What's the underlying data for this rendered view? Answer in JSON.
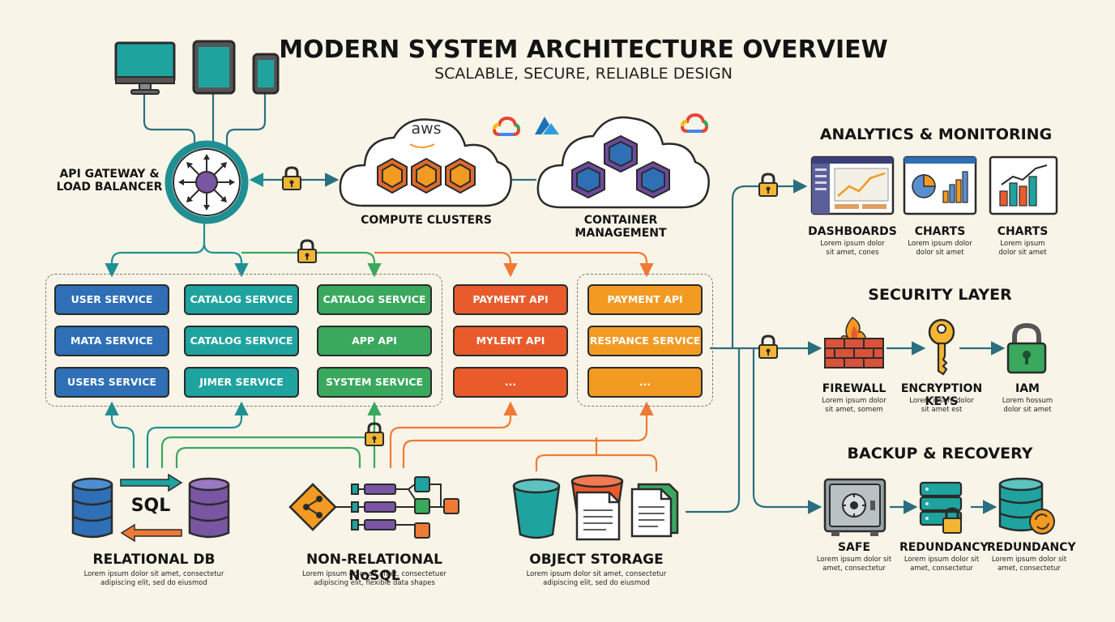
{
  "header": {
    "title": "MODERN SYSTEM ARCHITECTURE OVERVIEW",
    "subtitle": "SCALABLE, SECURE, RELIABLE DESIGN"
  },
  "gateway": {
    "label_line1": "API GATEWAY &",
    "label_line2": "LOAD BALANCER"
  },
  "cloud": {
    "aws_label": "aws",
    "compute_label": "COMPUTE CLUSTERS",
    "container_label_line1": "CONTAINER",
    "container_label_line2": "MANAGEMENT"
  },
  "services": {
    "col1": [
      "USER SERVICE",
      "MATA SERVICE",
      "USERS SERVICE"
    ],
    "col2": [
      "CATALOG SERVICE",
      "CATALOG SERVICE",
      "JIMER SERVICE"
    ],
    "col3": [
      "CATALOG SERVICE",
      "APP API",
      "SYSTEM SERVICE"
    ],
    "col4": [
      "PAYMENT API",
      "MYLENT API",
      "..."
    ],
    "col5": [
      "PAYMENT API",
      "RESPANCE SERVICE",
      "..."
    ]
  },
  "data_stores": {
    "relational": {
      "title": "RELATIONAL DB",
      "sql": "SQL",
      "desc_line1": "Lorem ipsum dolor sit amet, consectetur",
      "desc_line2": "adipiscing elit, sed do eiusmod"
    },
    "nosql": {
      "title": "NON-RELATIONAL NoSQL",
      "desc_line1": "Lorem ipsum dolor sit amet, consectetuer",
      "desc_line2": "adipiscing elit, flexible data shapes"
    },
    "object": {
      "title": "OBJECT STORAGE",
      "desc_line1": "Lorem ipsum dolor sit amet, consectetur",
      "desc_line2": "adipiscing elit, sed do eiusmod"
    }
  },
  "analytics": {
    "title": "ANALYTICS & MONITORING",
    "items": [
      {
        "label": "DASHBOARDS",
        "desc_line1": "Lorem ipsum dolor",
        "desc_line2": "sit amet, cones"
      },
      {
        "label": "CHARTS",
        "desc_line1": "Lorem ipsum dolor",
        "desc_line2": "dolor sit amet"
      },
      {
        "label": "CHARTS",
        "desc_line1": "Lorem ipsum",
        "desc_line2": "dolor sit amet"
      }
    ]
  },
  "security": {
    "title": "SECURITY LAYER",
    "items": [
      {
        "label": "FIREWALL",
        "desc_line1": "Lorem ipsum dolor",
        "desc_line2": "sit amet, somem"
      },
      {
        "label": "ENCRYPTION KEYS",
        "desc_line1": "Lorem ipsum dolor",
        "desc_line2": "sit amet est"
      },
      {
        "label": "IAM",
        "desc_line1": "Lorem hossum",
        "desc_line2": "dolor sit amet"
      }
    ]
  },
  "backup": {
    "title": "BACKUP & RECOVERY",
    "items": [
      {
        "label": "SAFE",
        "desc_line1": "Lorem ipsum dolor sit",
        "desc_line2": "amet, consectetur"
      },
      {
        "label": "REDUNDANCY",
        "desc_line1": "Lorem ipsum dolor sit",
        "desc_line2": "amet, consectetur"
      },
      {
        "label": "REDUNDANCY",
        "desc_line1": "Lorem ipsum dolor sit",
        "desc_line2": "amet, consectetur"
      }
    ]
  },
  "colors": {
    "teal": "#1f8f93",
    "green": "#3aa85d",
    "orange": "#ef7a35",
    "blue": "#2e6fb6",
    "dark": "#2b2b2b",
    "background": "#f8f5e8"
  }
}
